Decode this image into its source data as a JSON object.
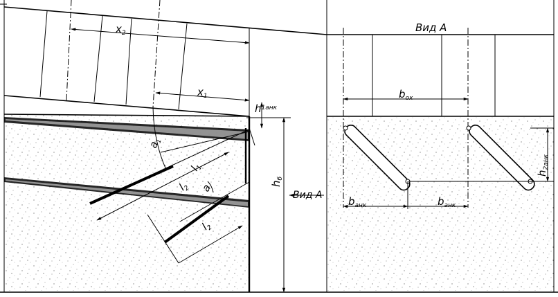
{
  "labels": {
    "view_title": "Вид А",
    "view_arrow": "Вид А",
    "x2": "x",
    "x2_sub": "2",
    "x1": "x",
    "x1_sub": "1",
    "h1anch": "h",
    "h1anch_sub": "1анк",
    "a1": "a",
    "a1_sub": "1",
    "a": "a",
    "l1": "l",
    "l1_sub": "1",
    "l2a": "l",
    "l2a_sub": "2",
    "l2b": "l",
    "l2b_sub": "2",
    "hb": "h",
    "hb_sub": "б",
    "box": "b",
    "box_sub": "ох",
    "h2anch": "h",
    "h2anch_sub": "2анк",
    "banch1": "b",
    "banch1_sub": "анк",
    "banch2": "b",
    "banch2_sub": "анк"
  }
}
